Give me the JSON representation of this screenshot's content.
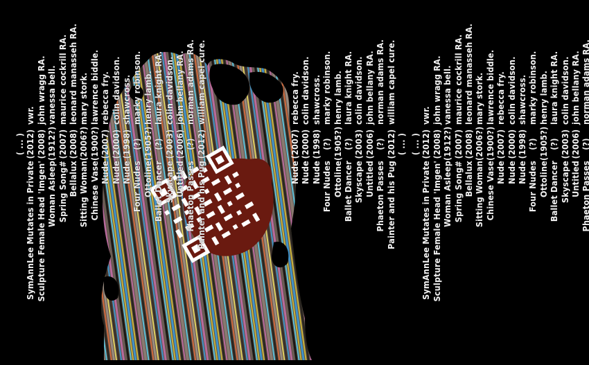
{
  "artwork": {
    "description": "Poster: rotated list of artworks (title, year, artist) over a striped-colour head silhouette with a QR code",
    "colors": {
      "background": "#000000",
      "text": "#f2f2f2",
      "stripes": [
        "#6c5f57",
        "#3f93c8",
        "#c8b43a",
        "#b86a9c",
        "#d06a3c",
        "#8a8a8a",
        "#2a2620",
        "#5bc0d8",
        "#e0d060"
      ],
      "blob": "#6a1a10",
      "qr": "#ffffff"
    }
  },
  "header": "( ... )",
  "entries": [
    {
      "title": "SymAnnLee Mutates in Private",
      "year": "(2012)",
      "artist": "vwr."
    },
    {
      "title": "Sculpture Female Head 'Imgen'",
      "year": "(2008)",
      "artist": "john wragg RA."
    },
    {
      "title": "Woman Asleep",
      "year": "(1912?)",
      "artist": "vanessa bell."
    },
    {
      "title": "Spring Song#",
      "year": "(2007)",
      "artist": "maurice cockrill RA."
    },
    {
      "title": "Bellalux",
      "year": "(2008)",
      "artist": "leonard manasseh RA."
    },
    {
      "title": "Sitting Woman",
      "year": "(2006?)",
      "artist": "mary stork."
    },
    {
      "title": "Chinese Vase",
      "year": "(1900?)",
      "artist": "lawrence biddle."
    },
    {
      "title": "Nude",
      "year": "(2007)",
      "artist": "rebecca fry."
    },
    {
      "title": "Nude",
      "year": "(2000)",
      "artist": "colin davidson."
    },
    {
      "title": "Nude",
      "year": "(1998)",
      "artist": "shawcross."
    },
    {
      "title": "Four Nudes",
      "year": "(?)",
      "artist": "marky robinson."
    },
    {
      "title": "Ottoline",
      "year": "(1905?)",
      "artist": "henry lamb."
    },
    {
      "title": "Ballet Dancer",
      "year": "(?)",
      "artist": "laura knight RA."
    },
    {
      "title": "Skyscape",
      "year": "(2003)",
      "artist": "colin davidson."
    },
    {
      "title": "Untitled",
      "year": "(2006)",
      "artist": "john bellany RA."
    },
    {
      "title": "Phaeton Passes",
      "year": "(?)",
      "artist": "norman adams RA."
    },
    {
      "title": "Painter and his Pug",
      "year": "(2012)",
      "artist": "william capel cure."
    }
  ]
}
